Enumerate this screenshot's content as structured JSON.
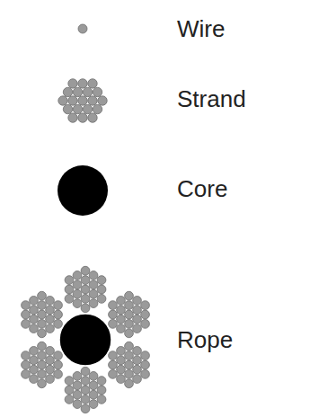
{
  "diagram": {
    "labels": [
      "Wire",
      "Strand",
      "Core",
      "Rope"
    ]
  }
}
